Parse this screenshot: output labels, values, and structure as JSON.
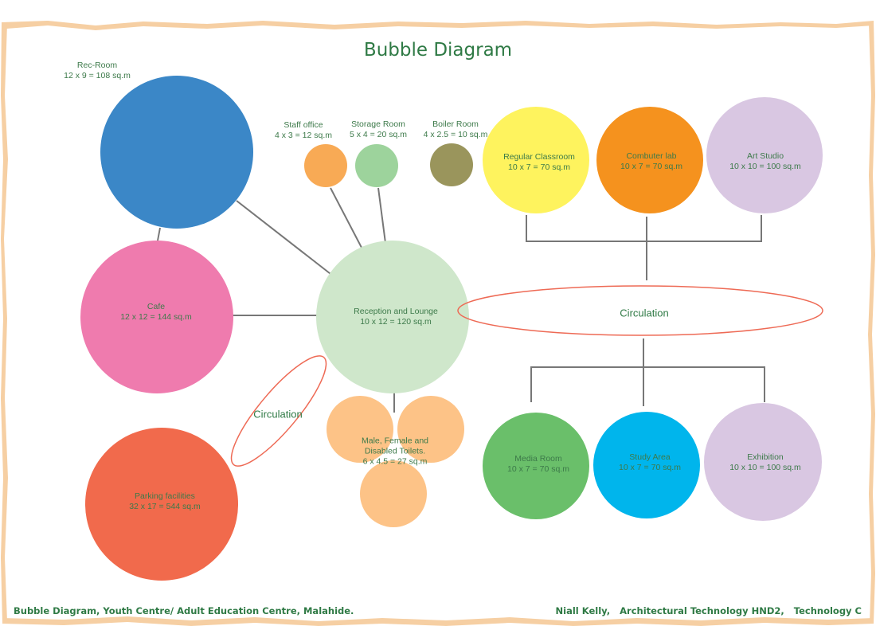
{
  "title": "Bubble Diagram",
  "colors": {
    "border": "#f6cfa3",
    "text": "#3d7a4a",
    "connector": "#777777",
    "circulation_stroke": "#ee6a55"
  },
  "rooms": {
    "rec_room": {
      "name": "Rec-Room",
      "area": "12 x 9 = 108 sq.m",
      "color": "#3b87c7"
    },
    "cafe": {
      "name": "Cafe",
      "area": "12 x 12 = 144 sq.m",
      "color": "#ef7bae"
    },
    "parking": {
      "name": "Parking facilities",
      "area": "32 x 17 = 544 sq.m",
      "color": "#f16a4c"
    },
    "reception": {
      "name": "Reception and Lounge",
      "area": "10 x 12 = 120 sq.m",
      "color": "#cfe7cb"
    },
    "staff_office": {
      "name": "Staff office",
      "area": "4 x 3 = 12 sq.m",
      "color": "#f8aa55"
    },
    "storage_room": {
      "name": "Storage Room",
      "area": "5 x 4 = 20 sq.m",
      "color": "#9dd39c"
    },
    "boiler_room": {
      "name": "Boiler Room",
      "area": "4 x 2.5 = 10 sq.m",
      "color": "#9a955c"
    },
    "regular_classroom": {
      "name": "Regular Classroom",
      "area": "10 x 7 = 70 sq.m",
      "color": "#fef35e"
    },
    "computer_lab": {
      "name": "Combuter lab",
      "area": "10 x 7 = 70 sq.m",
      "color": "#f5921e"
    },
    "art_studio": {
      "name": "Art Studio",
      "area": "10 x 10 = 100 sq.m",
      "color": "#d9c7e2"
    },
    "toilets": {
      "name_line1": "Male, Female and",
      "name_line2": "Disabled Toilets.",
      "area": "6 x 4.5 = 27 sq.m",
      "color": "#fdc387"
    },
    "media_room": {
      "name": "Media Room",
      "area": "10 x 7 = 70 sq.m",
      "color": "#6abf6a"
    },
    "study_area": {
      "name": "Study Area",
      "area": "10 x 7 = 70 sq.m",
      "color": "#00b5ec"
    },
    "exhibition": {
      "name": "Exhibition",
      "area": "10 x 10 = 100 sq.m",
      "color": "#d9c7e2"
    }
  },
  "circulation": {
    "main_label": "Circulation",
    "diagonal_label": "Circulation"
  },
  "footer": {
    "left": "Bubble Diagram, Youth Centre/ Adult Education Centre, Malahide.",
    "right": "Niall Kelly,   Architectural Technology HND2,   Technology C"
  }
}
